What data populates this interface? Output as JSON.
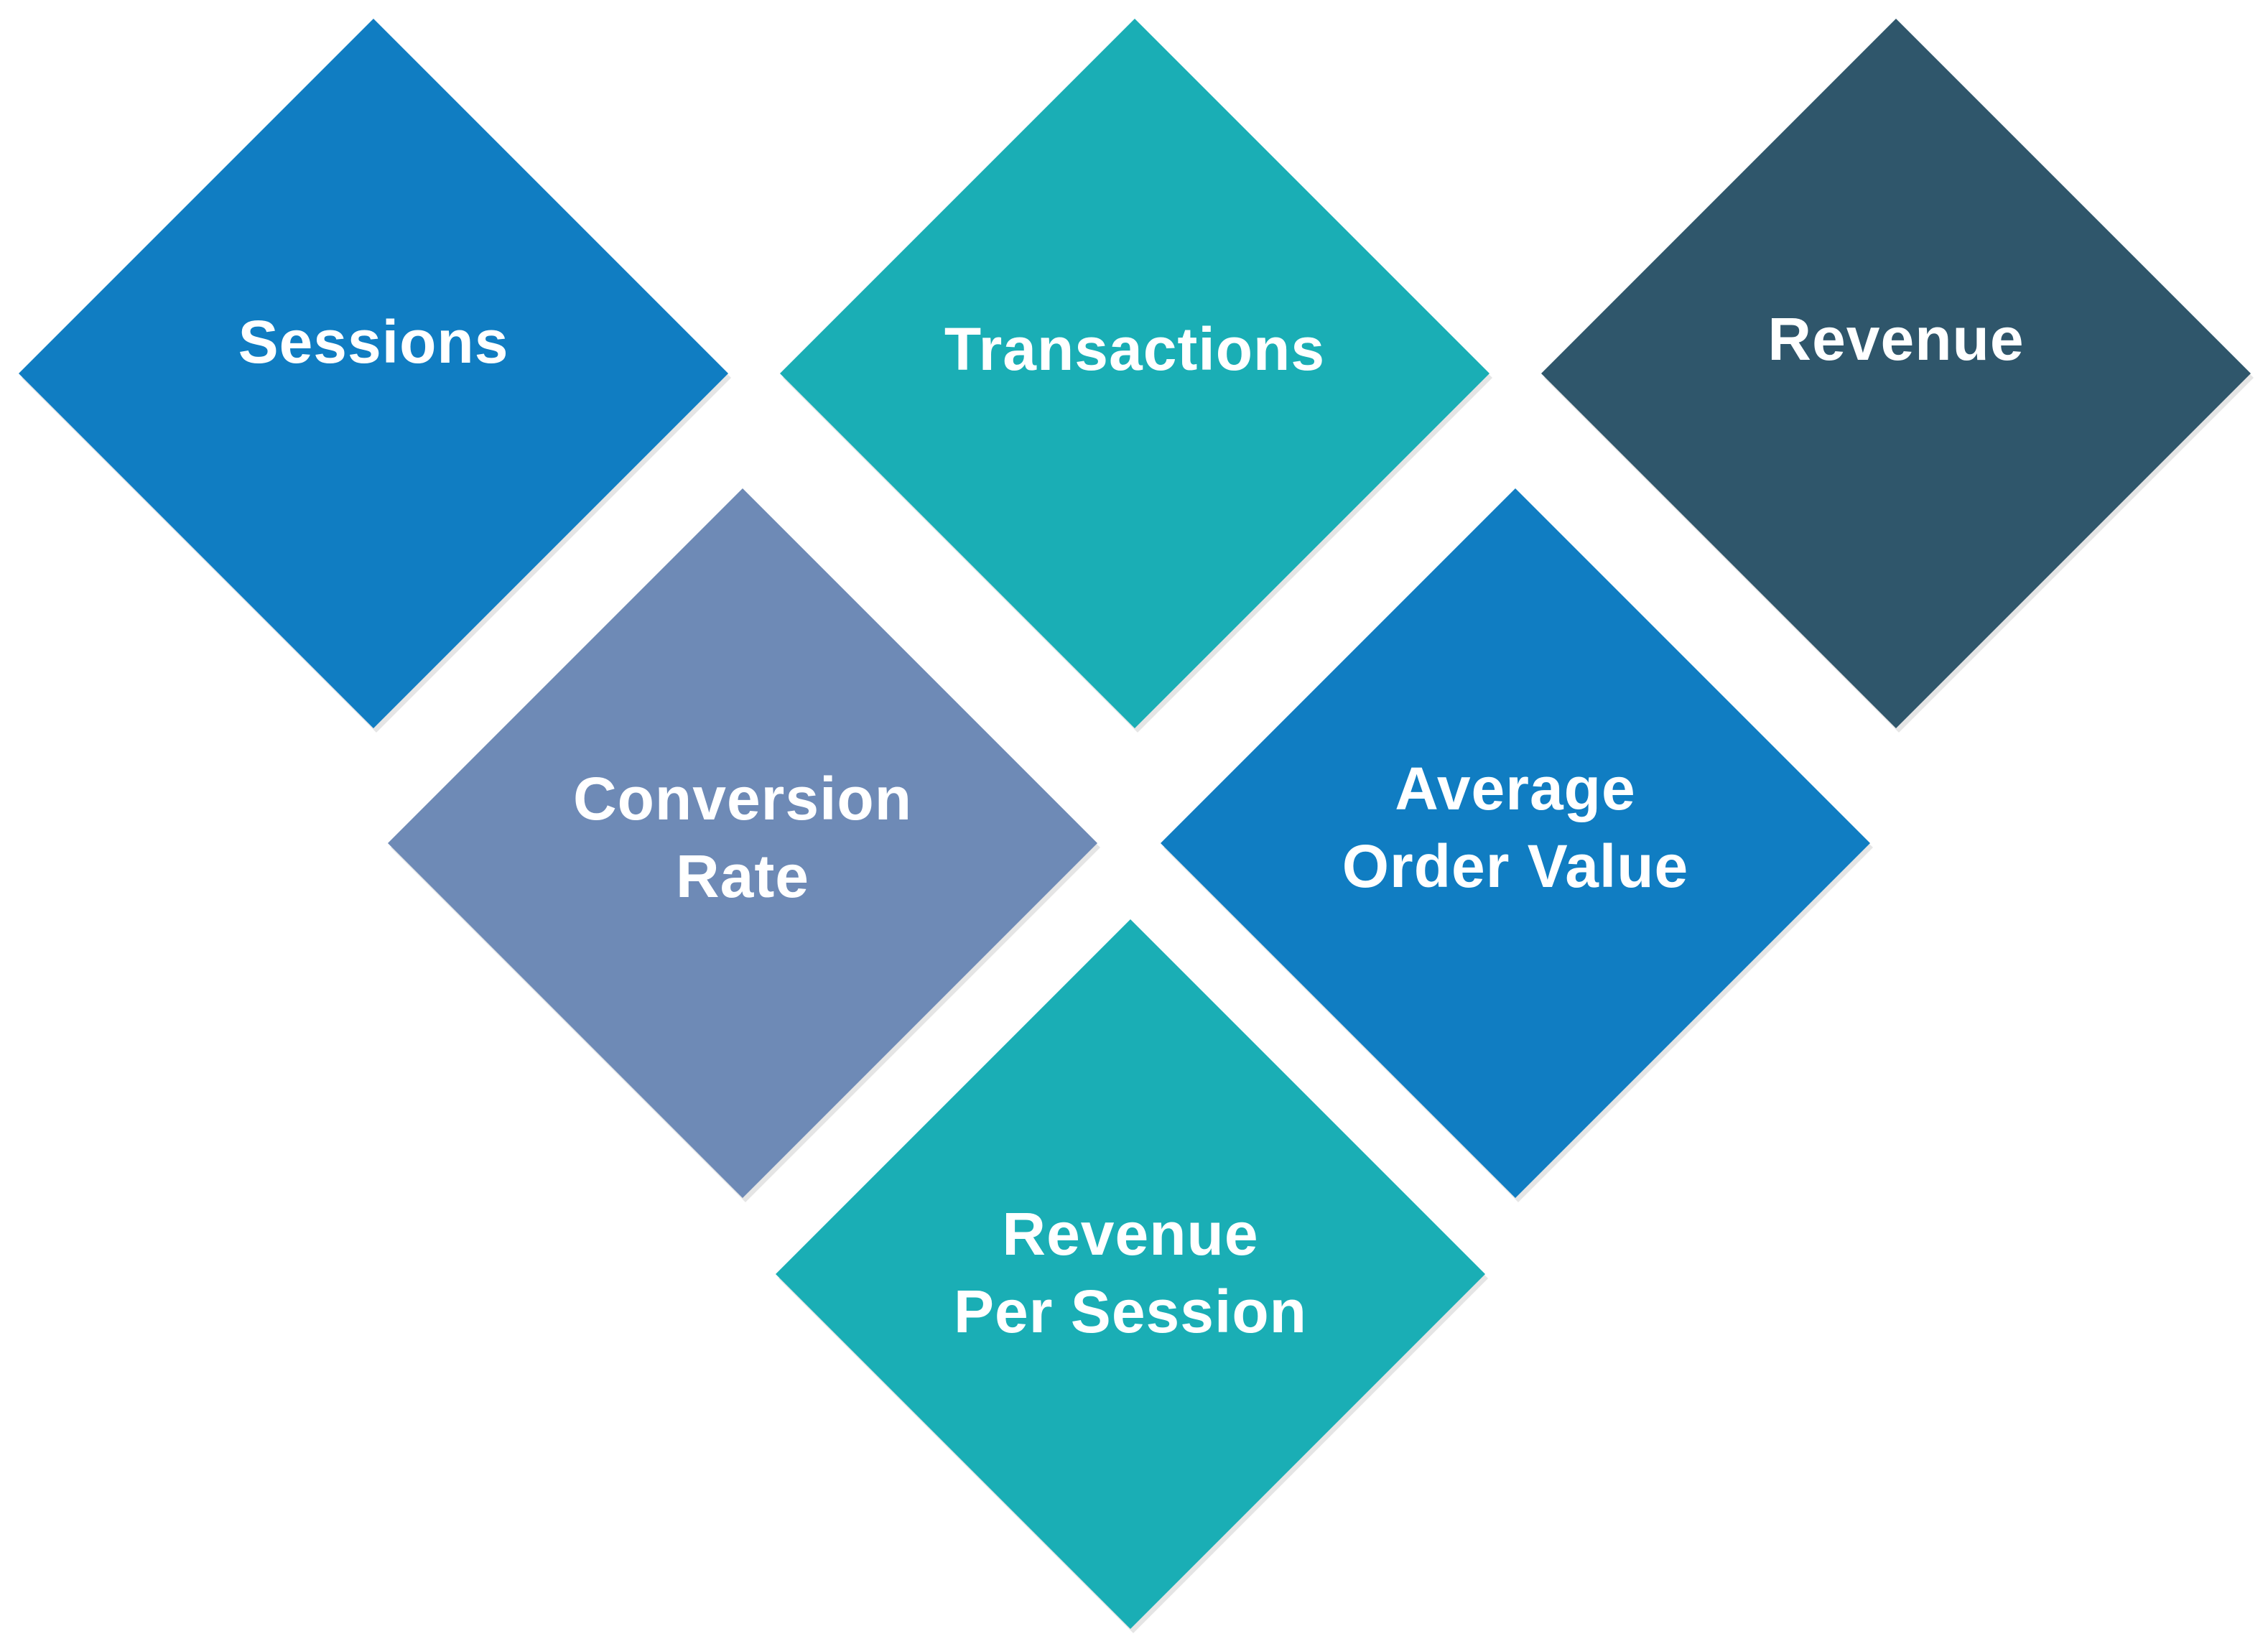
{
  "diagram": {
    "nodes": [
      {
        "id": "sessions",
        "lines": [
          "Sessions"
        ],
        "color": "#107dc2"
      },
      {
        "id": "transactions",
        "lines": [
          "Transactions"
        ],
        "color": "#1aaeb5"
      },
      {
        "id": "revenue",
        "lines": [
          "Revenue"
        ],
        "color": "#2f566b"
      },
      {
        "id": "conversion",
        "lines": [
          "Conversion",
          "Rate"
        ],
        "color": "#6e8ab6"
      },
      {
        "id": "aov",
        "lines": [
          "Average",
          "Order Value"
        ],
        "color": "#107dc2"
      },
      {
        "id": "rps",
        "lines": [
          "Revenue",
          "Per Session"
        ],
        "color": "#1aaeb5"
      }
    ]
  }
}
